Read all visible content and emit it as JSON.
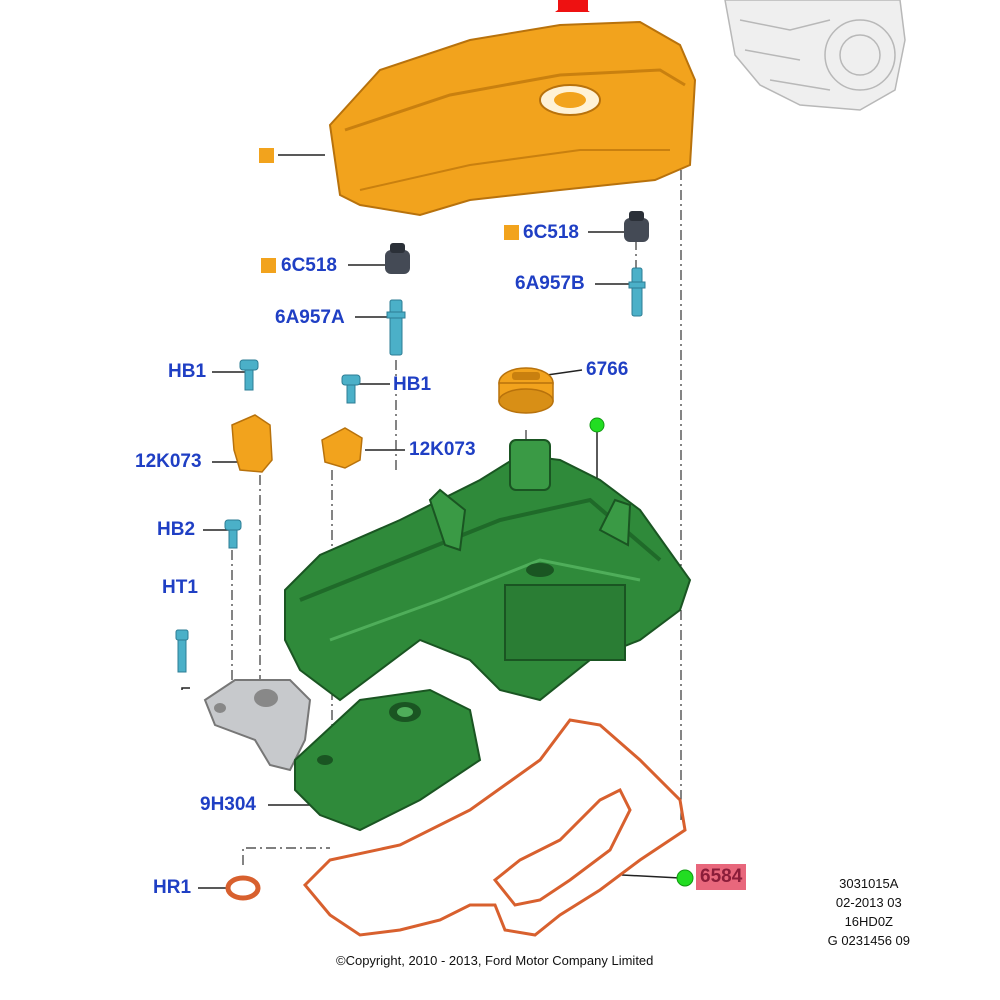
{
  "callouts": {
    "c_6c518_left": "6C518",
    "c_6c518_right": "6C518",
    "c_6a957a": "6A957A",
    "c_6a957b": "6A957B",
    "c_hb1_left": "HB1",
    "c_hb1_right": "HB1",
    "c_6766": "6766",
    "c_12k073_left": "12K073",
    "c_12k073_right": "12K073",
    "c_hb2": "HB2",
    "c_ht1": "HT1",
    "c_9h304": "9H304",
    "c_hr1": "HR1",
    "c_6584": "6584"
  },
  "meta": {
    "line1": "3031015A",
    "line2": "02-2013 03",
    "line3": "16HD0Z",
    "line4": "G 0231456 09"
  },
  "copyright": "©Copyright, 2010 - 2013, Ford Motor Company Limited",
  "colors": {
    "callout_text": "#1f3fc4",
    "highlight_bg": "#e8677c",
    "highlight_text": "#8b1d3a",
    "orange_part": "#f2a31d",
    "green_part": "#2f8a3a",
    "gasket": "#d8602e",
    "bolt_blue": "#4bb0c8",
    "marker_green": "#22dd22"
  }
}
